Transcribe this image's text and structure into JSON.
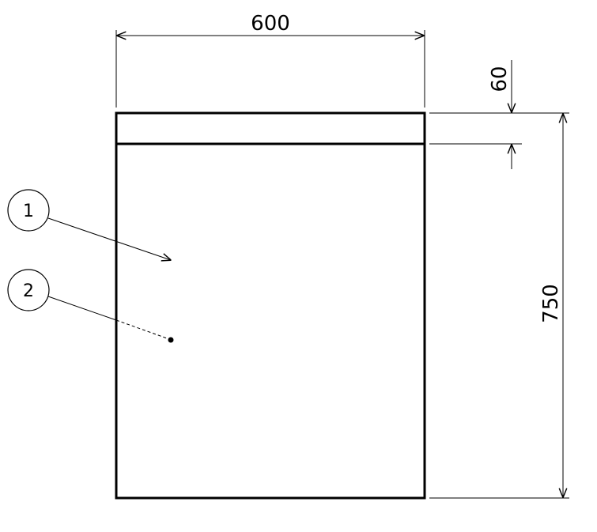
{
  "dimensions": {
    "width_label": "600",
    "top_strip_label": "60",
    "height_label": "750"
  },
  "callouts": [
    {
      "label": "1"
    },
    {
      "label": "2"
    }
  ]
}
